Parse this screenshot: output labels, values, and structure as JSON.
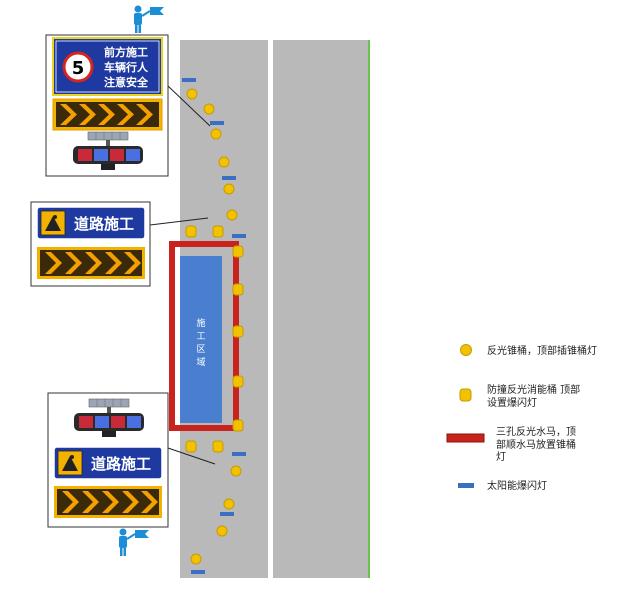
{
  "signs": {
    "top_sign_lines": [
      "前方施工",
      "车辆行人",
      "注意安全"
    ],
    "speed_limit": "5",
    "road_work_text_mid": "道路施工",
    "road_work_text_bottom": "道路施工"
  },
  "work_zone": {
    "label_chars": [
      "施",
      "工",
      "区",
      "域"
    ]
  },
  "legend": {
    "items": [
      {
        "id": "cone",
        "lines": [
          "反光锥桶，顶部插锥桶灯"
        ]
      },
      {
        "id": "barrel",
        "lines": [
          "防撞反光消能桶  顶部",
          "设置爆闪灯"
        ]
      },
      {
        "id": "barrier",
        "lines": [
          "三孔反光水马，顶",
          "部顺水马放置锥桶",
          "灯"
        ]
      },
      {
        "id": "strobe",
        "lines": [
          "太阳能爆闪灯"
        ]
      }
    ]
  },
  "colors": {
    "road": "#b9b9b9",
    "work_zone": "#4a7fcf",
    "barrier": "#c8231c",
    "cone": "#f2c200",
    "strobe": "#3a6fc4",
    "sign_blue": "#1e3aa0",
    "arrow_panel": "#f3b100",
    "edge_line": "#69c24b"
  }
}
